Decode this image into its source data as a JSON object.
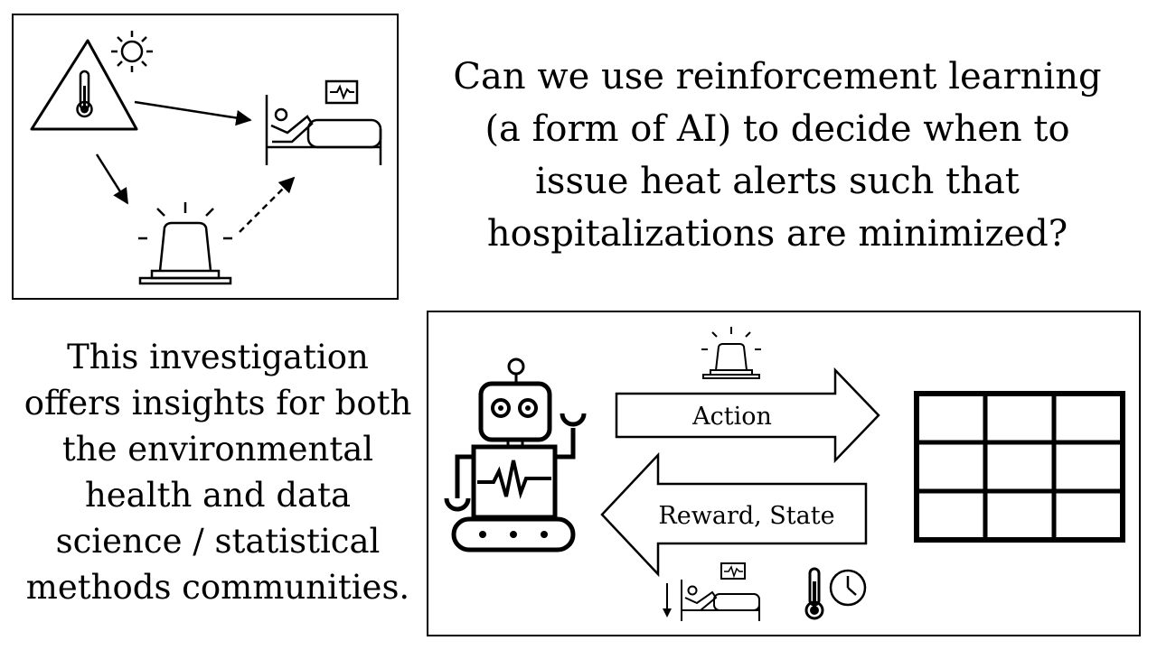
{
  "question": {
    "lines": [
      "Can we use reinforcement learning",
      "(a form of AI) to decide when to",
      "issue heat alerts such that",
      "hospitalizations are minimized?"
    ]
  },
  "insight": {
    "lines": [
      "This investigation",
      "offers insights for both",
      "the environmental",
      "health and data",
      "science / statistical",
      "methods communities."
    ]
  },
  "diagram": {
    "action_label": "Action",
    "reward_label": "Reward, State"
  },
  "icons": {
    "top_panel": [
      "warning-thermometer-icon",
      "sun-icon",
      "hospital-bed-icon",
      "heart-monitor-icon",
      "siren-icon"
    ],
    "bottom_panel": [
      "robot-icon",
      "siren-icon",
      "grid-environment-icon",
      "hospital-bed-icon",
      "thermometer-icon",
      "clock-icon"
    ]
  }
}
